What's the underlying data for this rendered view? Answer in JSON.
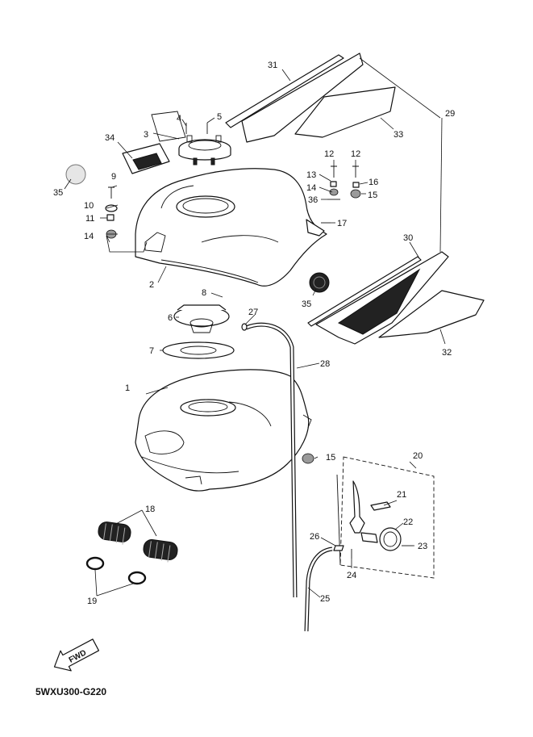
{
  "drawing_code": "5WXU300-G220",
  "fwd_label": "FWD",
  "callouts": [
    "1",
    "2",
    "3",
    "4",
    "5",
    "6",
    "7",
    "8",
    "9",
    "10",
    "11",
    "12",
    "12",
    "13",
    "14",
    "14",
    "15",
    "15",
    "16",
    "17",
    "18",
    "19",
    "20",
    "21",
    "22",
    "23",
    "24",
    "25",
    "26",
    "27",
    "28",
    "29",
    "30",
    "31",
    "32",
    "33",
    "34",
    "35",
    "35",
    "36"
  ]
}
